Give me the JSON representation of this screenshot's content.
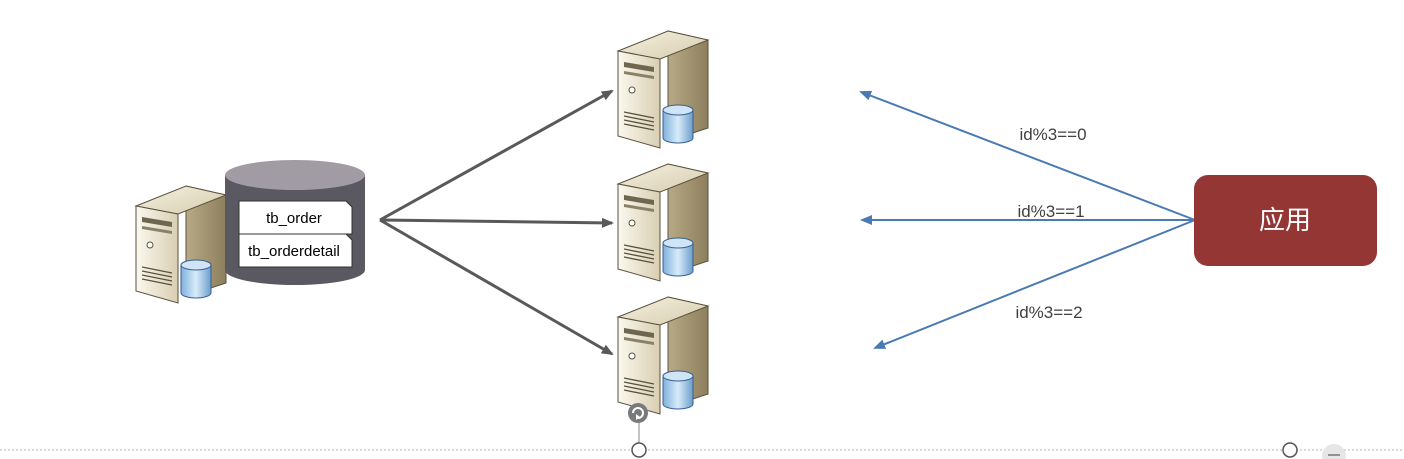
{
  "source_db": {
    "tables": [
      "tb_order",
      "tb_orderdetail"
    ]
  },
  "app": {
    "label": "应用",
    "color": "#943634"
  },
  "routes": [
    {
      "label": "id%3==0"
    },
    {
      "label": "id%3==1"
    },
    {
      "label": "id%3==2"
    }
  ],
  "colors": {
    "arrow_dark": "#595959",
    "arrow_blue": "#4a7ab5",
    "cylinder_body": "#5a5860",
    "cylinder_top": "#a19ca3"
  },
  "icons": [
    "server-db-icon",
    "database-cylinder-icon",
    "rotate-handle-icon",
    "resize-handle-icon"
  ]
}
